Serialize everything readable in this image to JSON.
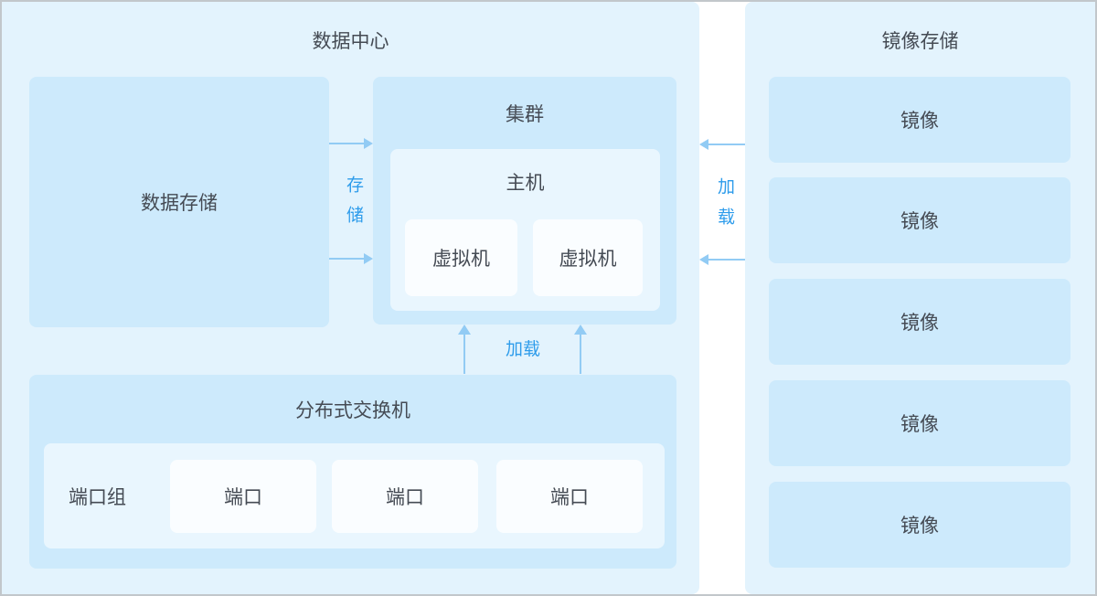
{
  "colors": {
    "frame_border": "#c2c7cb",
    "gap_background": "#ffffff",
    "panel_background": "#e3f3fd",
    "box_background": "#cdeafc",
    "inner_box_background": "#e9f6fe",
    "leaf_box_background": "#fafdff",
    "arrow": "#92cbf4",
    "edge_label_blue": "#2e9ceb",
    "text_dark": "#454b54"
  },
  "datacenter": {
    "title": "数据中心",
    "data_storage": {
      "label": "数据存储"
    },
    "cluster": {
      "title": "集群",
      "host": {
        "title": "主机",
        "vms": [
          {
            "label": "虚拟机"
          },
          {
            "label": "虚拟机"
          }
        ]
      }
    },
    "switch": {
      "title": "分布式交换机",
      "port_group_label": "端口组",
      "ports": [
        {
          "label": "端口"
        },
        {
          "label": "端口"
        },
        {
          "label": "端口"
        }
      ]
    }
  },
  "edges": {
    "storage_label": "存储",
    "load_label_bottom": "加载",
    "load_label_right": "加载"
  },
  "image_storage": {
    "title": "镜像存储",
    "images": [
      {
        "label": "镜像"
      },
      {
        "label": "镜像"
      },
      {
        "label": "镜像"
      },
      {
        "label": "镜像"
      },
      {
        "label": "镜像"
      }
    ]
  }
}
